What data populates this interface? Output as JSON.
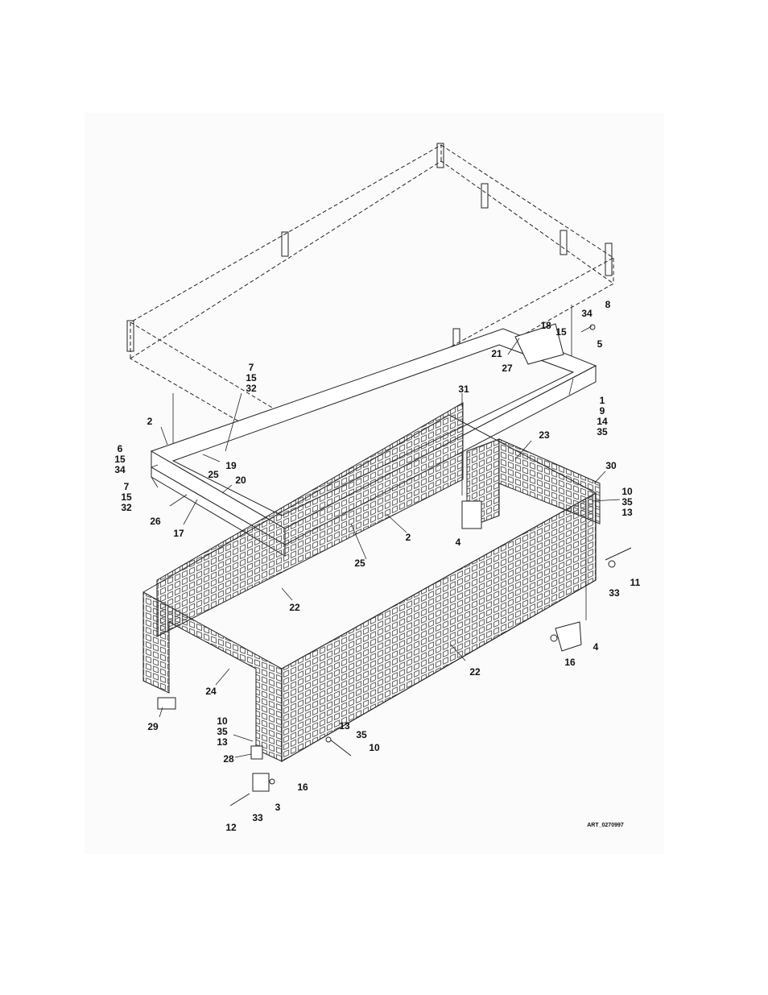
{
  "art_code": "ART_0270997",
  "callouts": [
    {
      "id": "c-8",
      "text": "8"
    },
    {
      "id": "c-34a",
      "text": "34"
    },
    {
      "id": "c-5",
      "text": "5"
    },
    {
      "id": "c-18",
      "text": "18"
    },
    {
      "id": "c-15a",
      "text": "15"
    },
    {
      "id": "c-21",
      "text": "21"
    },
    {
      "id": "c-27",
      "text": "27"
    },
    {
      "id": "c-1",
      "text": "1"
    },
    {
      "id": "c-9",
      "text": "9"
    },
    {
      "id": "c-14",
      "text": "14"
    },
    {
      "id": "c-35a",
      "text": "35"
    },
    {
      "id": "c-7a",
      "text": "7"
    },
    {
      "id": "c-15b",
      "text": "15"
    },
    {
      "id": "c-32a",
      "text": "32"
    },
    {
      "id": "c-31",
      "text": "31"
    },
    {
      "id": "c-2a",
      "text": "2"
    },
    {
      "id": "c-6",
      "text": "6"
    },
    {
      "id": "c-15c",
      "text": "15"
    },
    {
      "id": "c-34b",
      "text": "34"
    },
    {
      "id": "c-19",
      "text": "19"
    },
    {
      "id": "c-25a",
      "text": "25"
    },
    {
      "id": "c-20",
      "text": "20"
    },
    {
      "id": "c-7b",
      "text": "7"
    },
    {
      "id": "c-15d",
      "text": "15"
    },
    {
      "id": "c-32b",
      "text": "32"
    },
    {
      "id": "c-26",
      "text": "26"
    },
    {
      "id": "c-17",
      "text": "17"
    },
    {
      "id": "c-23",
      "text": "23"
    },
    {
      "id": "c-30",
      "text": "30"
    },
    {
      "id": "c-10a",
      "text": "10"
    },
    {
      "id": "c-35b",
      "text": "35"
    },
    {
      "id": "c-13a",
      "text": "13"
    },
    {
      "id": "c-2b",
      "text": "2"
    },
    {
      "id": "c-4a",
      "text": "4"
    },
    {
      "id": "c-25b",
      "text": "25"
    },
    {
      "id": "c-11",
      "text": "11"
    },
    {
      "id": "c-33a",
      "text": "33"
    },
    {
      "id": "c-22a",
      "text": "22"
    },
    {
      "id": "c-4b",
      "text": "4"
    },
    {
      "id": "c-16a",
      "text": "16"
    },
    {
      "id": "c-22b",
      "text": "22"
    },
    {
      "id": "c-24",
      "text": "24"
    },
    {
      "id": "c-29",
      "text": "29"
    },
    {
      "id": "c-10b",
      "text": "10"
    },
    {
      "id": "c-35c",
      "text": "35"
    },
    {
      "id": "c-13b",
      "text": "13"
    },
    {
      "id": "c-13c",
      "text": "13"
    },
    {
      "id": "c-35d",
      "text": "35"
    },
    {
      "id": "c-10c",
      "text": "10"
    },
    {
      "id": "c-28",
      "text": "28"
    },
    {
      "id": "c-16b",
      "text": "16"
    },
    {
      "id": "c-3",
      "text": "3"
    },
    {
      "id": "c-33b",
      "text": "33"
    },
    {
      "id": "c-12",
      "text": "12"
    }
  ]
}
